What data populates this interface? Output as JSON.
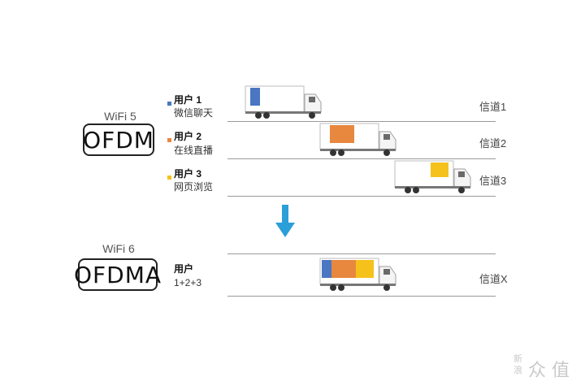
{
  "wifi5": {
    "label": "WiFi 5",
    "tech": "OFDM",
    "users": [
      {
        "title": "用户 1",
        "desc": "微信聊天",
        "color": "#4a76c2",
        "channel": "信道1"
      },
      {
        "title": "用户 2",
        "desc": "在线直播",
        "color": "#e8873e",
        "channel": "信道2"
      },
      {
        "title": "用户 3",
        "desc": "网页浏览",
        "color": "#f5c21b",
        "channel": "信道3"
      }
    ]
  },
  "arrow_color": "#2a9fd8",
  "wifi6": {
    "label": "WiFi 6",
    "tech": "OFDMA",
    "user_title": "用户",
    "user_desc": "1+2+3",
    "channel": "信道X",
    "cargo_colors": [
      "#4a76c2",
      "#e8873e",
      "#f5c21b"
    ]
  },
  "watermark": {
    "brand": "众 值",
    "side_top": "新",
    "side_bottom": "浪"
  }
}
